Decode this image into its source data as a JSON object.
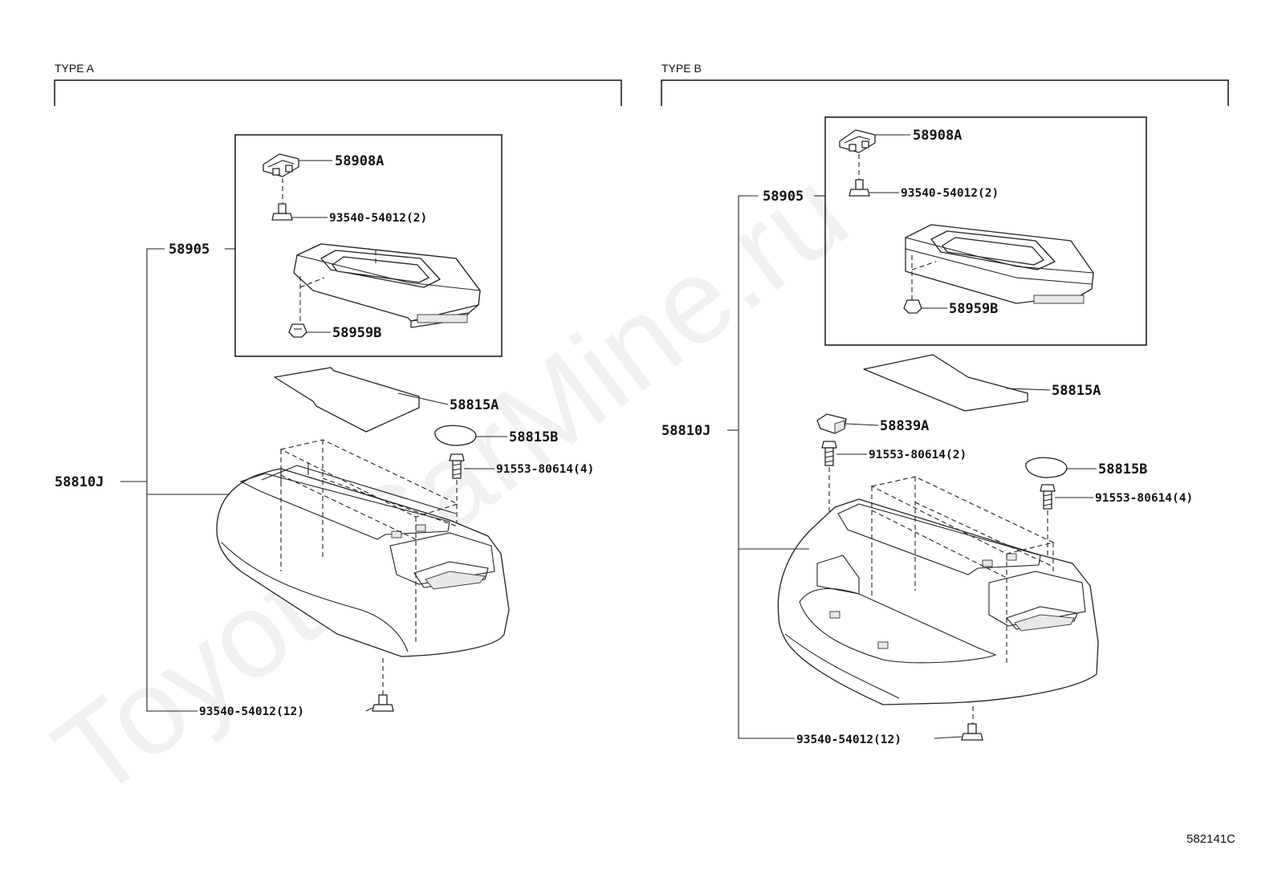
{
  "watermark": "ToyotaCarMine.ru",
  "diagram_code": "582141C",
  "type_a": {
    "header": "TYPE A",
    "labels": {
      "bezel_assy": "58905",
      "bracket": "58908A",
      "screw_small": "93540-54012(2)",
      "clip": "58959B",
      "mat_a": "58815A",
      "mat_b": "58815B",
      "bolt": "91553-80614(4)",
      "box_assy": "58810J",
      "screw_large": "93540-54012(12)"
    }
  },
  "type_b": {
    "header": "TYPE B",
    "labels": {
      "bezel_assy": "58905",
      "bracket": "58908A",
      "screw_small": "93540-54012(2)",
      "clip": "58959B",
      "mat_a": "58815A",
      "cover": "58839A",
      "bolt_small": "91553-80614(2)",
      "mat_b": "58815B",
      "bolt": "91553-80614(4)",
      "box_assy": "58810J",
      "screw_large": "93540-54012(12)"
    }
  }
}
